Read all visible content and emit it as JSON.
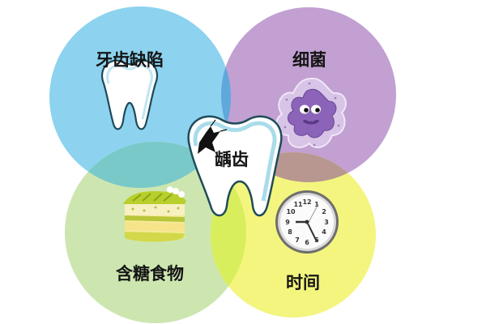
{
  "diagram": {
    "title_center": "龋齿",
    "factors": [
      {
        "id": "tooth-defect",
        "label": "牙齿缺陷",
        "color": "#8dd3ef",
        "icon": "tooth-icon"
      },
      {
        "id": "bacteria",
        "label": "细菌",
        "color": "#c2a0d2",
        "icon": "bacteria-icon"
      },
      {
        "id": "sugary-food",
        "label": "含糖食物",
        "color": "#cde6b0",
        "icon": "cake-icon"
      },
      {
        "id": "time",
        "label": "时间",
        "color": "#f4f57e",
        "icon": "clock-icon"
      }
    ],
    "clock": {
      "numbers": [
        "12",
        "1",
        "2",
        "3",
        "4",
        "5",
        "6",
        "7",
        "8",
        "9",
        "10",
        "11"
      ]
    }
  }
}
